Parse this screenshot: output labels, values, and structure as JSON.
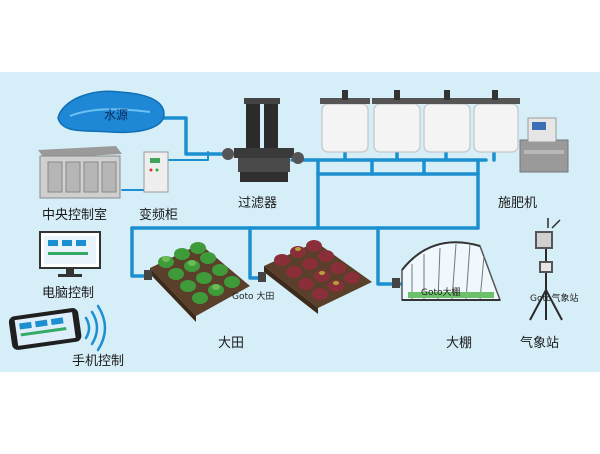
{
  "labels": {
    "water_source": "水源",
    "central_control_room": "中央控制室",
    "inverter_cabinet": "变频柜",
    "filter": "过滤器",
    "fertilizer_machine": "施肥机",
    "pc_control": "电脑控制",
    "mobile_control": "手机控制",
    "field": "大田",
    "greenhouse": "大棚",
    "weather_station": "气象站",
    "goto_field": "Goto  大田",
    "goto_greenhouse": "Goto大棚",
    "goto_weather": "Goto气象站"
  },
  "colors": {
    "background_panel": "#d6eef8",
    "pipe": "#1b8fd0",
    "water": "#1e88d6",
    "tank": "#f4f4f4",
    "cabinet": "#e8e8e8",
    "soil": "#5a3f2a",
    "plant_green": "#3f9a3a",
    "plant_red": "#8a2f3a"
  }
}
